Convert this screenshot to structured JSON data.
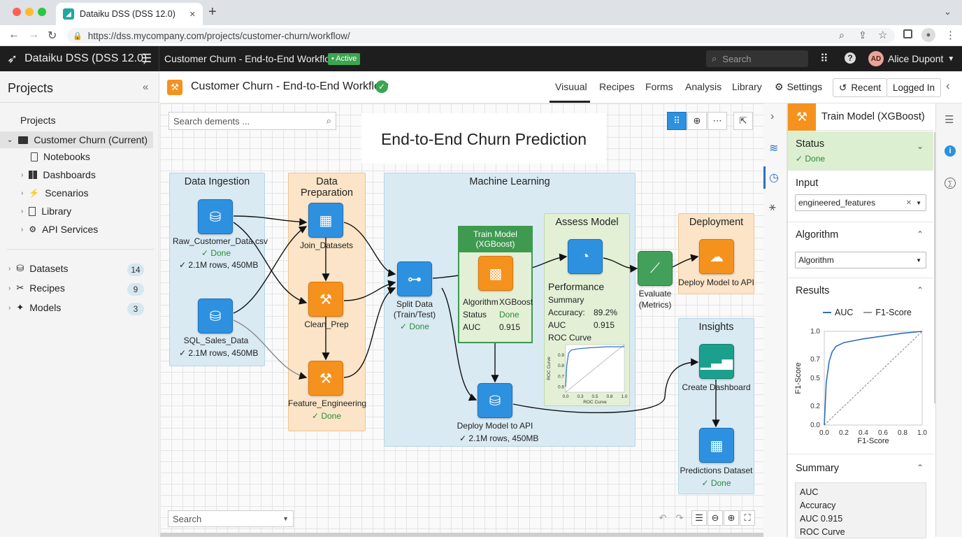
{
  "browser": {
    "tab_title": "Dataiku DSS (DSS 12.0)",
    "tab_close": "✕",
    "new_tab": "+",
    "url": "https://dss.mycompany.com/projects/customer-churn/workflow/"
  },
  "app": {
    "title": "Dataiku DSS (DSS 12.0)",
    "breadcrumb": "Customer Churn - End-to-End Workflow",
    "status_badge": "• Active",
    "search_placeholder": "Search",
    "user_initials": "AD",
    "user_name": "Alice Dupont"
  },
  "sidebar": {
    "title": "Projects",
    "section": "Projects",
    "current_project": "Customer Churn (Current)",
    "children": [
      "Notebooks",
      "Dashboards",
      "Scenarios",
      "Library",
      "API Services"
    ],
    "groups": [
      {
        "label": "Datasets",
        "count": "14"
      },
      {
        "label": "Recipes",
        "count": "9"
      },
      {
        "label": "Models",
        "count": "3"
      }
    ]
  },
  "project": {
    "title": "Customer Churn - End-to-End Workflow",
    "tabs": [
      "Visuual",
      "Recipes",
      "Forms",
      "Analysis",
      "Library"
    ],
    "settings": "Settings",
    "recent": "Recent",
    "logged_in": "Logged In"
  },
  "canvas": {
    "search_placeholder": "Search dements ...",
    "flow_title": "End-to-End Churn Prediction",
    "bottom_search": "Search",
    "zones": {
      "ingestion": "Data Ingestion",
      "preparation": "Data Preparation",
      "ml": "Machine Learning",
      "assess": "Assess Model",
      "deployment": "Deployment",
      "insights": "Insights"
    },
    "nodes": {
      "raw_data": {
        "label": "Raw_Customer_Data.csv",
        "status": "✓ Done",
        "meta": "✓ 2.1M rows, 450MB"
      },
      "sql_data": {
        "label": "SQL_Sales_Data",
        "meta": "✓ 2.1M rows, 450MB"
      },
      "join": {
        "label": "Join_Datasets"
      },
      "clean": {
        "label": "Clean_Prep"
      },
      "feature": {
        "label": "Feature_Engineering",
        "status": "✓ Done"
      },
      "split": {
        "label1": "Split Data",
        "label2": "(Train/Test)",
        "status": "✓ Done"
      },
      "train": {
        "title1": "Train Model",
        "title2": "(XGBoost)",
        "algo_key": "Algorithm",
        "algo_val": "XGBoost",
        "status_key": "Status",
        "status_val": "Done",
        "auc_key": "AUC",
        "auc_val": "0.915"
      },
      "deploy_ds": {
        "label": "Deploy Model to API",
        "meta": "✓ 2.1M rows, 450MB"
      },
      "assess": {
        "perf": "Performance",
        "summary": "Summary",
        "acc_key": "Accuracy:",
        "acc_val": "89.2%",
        "auc_key": "AUC",
        "auc_val": "0.915",
        "roc": "ROC Curve",
        "xlabel": "ROC Curve",
        "ylabel": "ROC Curve"
      },
      "evaluate": {
        "label1": "Evaluate",
        "label2": "(Metrics)"
      },
      "deploy_api": {
        "label": "Deploy Model to API"
      },
      "dashboard": {
        "label": "Create Dashboard"
      },
      "predictions": {
        "label": "Predictions Dataset",
        "status": "✓ Done"
      }
    }
  },
  "inspector": {
    "title": "Train Model (XGBoost)",
    "status_header": "Status",
    "status_value": "✓ Done",
    "input_header": "Input",
    "input_value": "engineered_features",
    "algorithm_header": "Algorithm",
    "algorithm_value": "Algorithm",
    "results_header": "Results",
    "legend_auc": "AUC",
    "legend_f1": "F1-Score",
    "chart_xlabel": "F1-Score",
    "chart_ylabel": "F1-Score",
    "summary_header": "Summary",
    "summary_items": [
      "AUC",
      "Accuracy",
      "AUC 0.915",
      "ROC Curve"
    ]
  },
  "chart_data": [
    {
      "type": "line",
      "series": [
        {
          "name": "AUC",
          "x": [
            0,
            0.02,
            0.05,
            0.08,
            0.12,
            0.2,
            0.3,
            0.4,
            0.6,
            0.8,
            1.0
          ],
          "y": [
            0,
            0.45,
            0.68,
            0.78,
            0.84,
            0.88,
            0.9,
            0.92,
            0.95,
            0.98,
            1.0
          ]
        },
        {
          "name": "F1-Score",
          "x": [
            0,
            1
          ],
          "y": [
            0,
            1
          ]
        }
      ],
      "xlabel": "F1-Score",
      "ylabel": "F1-Score",
      "xlim": [
        0,
        1
      ],
      "ylim": [
        0,
        1
      ],
      "xticks": [
        "0.0",
        "0.2",
        "0.4",
        "0.6",
        "0.8",
        "1.0"
      ],
      "yticks": [
        "0.0",
        "0.2",
        "0.5",
        "0.7",
        "1.0"
      ]
    },
    {
      "type": "line",
      "series": [
        {
          "x": [
            0,
            0.02,
            0.05,
            0.1,
            0.2,
            0.4,
            0.7,
            1.0
          ],
          "y": [
            0.6,
            0.8,
            0.92,
            0.95,
            0.96,
            0.97,
            0.98,
            0.98
          ]
        }
      ],
      "xlabel": "ROC Curve",
      "ylabel": "ROC Curve",
      "xticks": [
        "0.0",
        "0.3",
        "0.5",
        "0.8",
        "1.0"
      ],
      "yticks": [
        "0.6",
        "0.7",
        "0.8",
        "0.9"
      ]
    }
  ]
}
